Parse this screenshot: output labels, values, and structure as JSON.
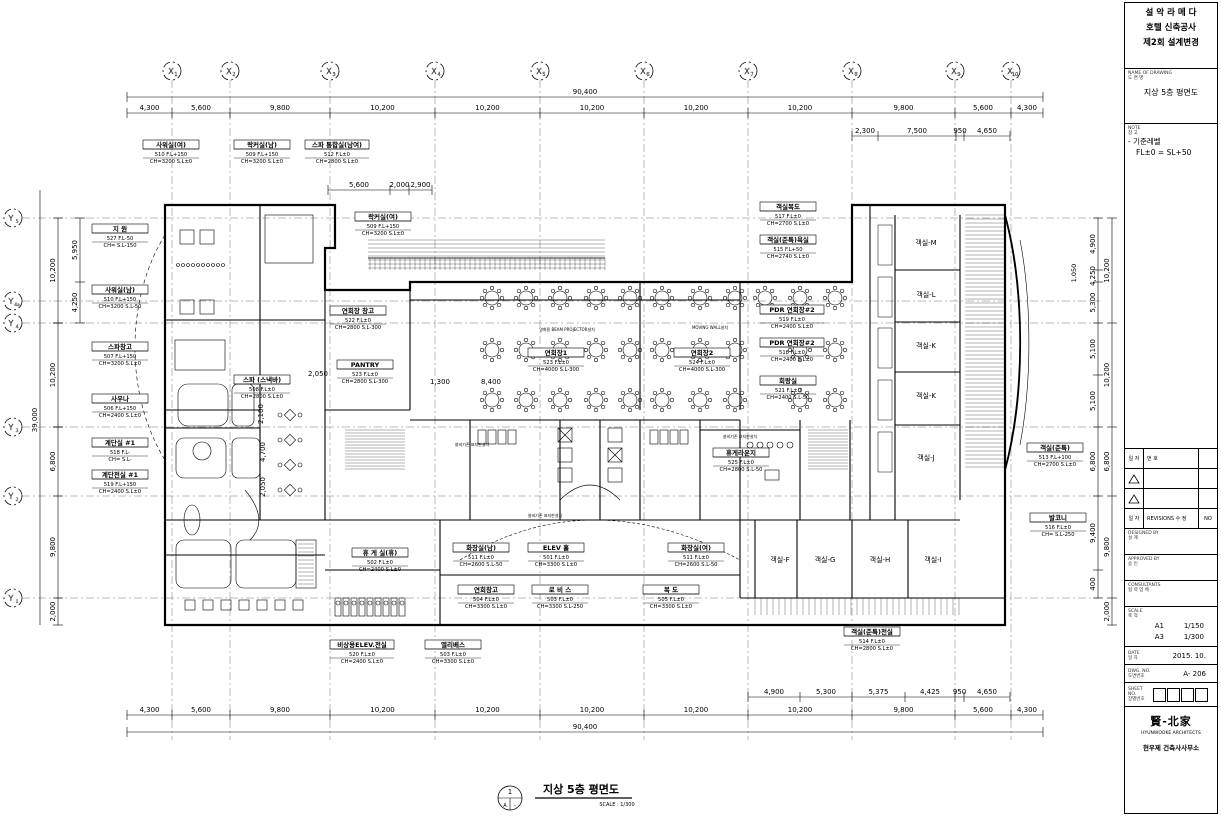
{
  "drawing": {
    "title": "지상 5층 평면도",
    "scale_text": "SCALE : 1/300",
    "marker_number": "1",
    "marker_sheet": "A",
    "marker_sheet2": "-",
    "overall_width": "90,400",
    "overall_height": "39,000"
  },
  "grid": {
    "x_labels": [
      "X1",
      "X2",
      "X3",
      "X4",
      "X5",
      "X6",
      "X7",
      "X8",
      "X9",
      "X10"
    ],
    "y_labels": [
      "Y5",
      "Y4a",
      "Y4",
      "Y3",
      "Y2",
      "Y1"
    ]
  },
  "dims": {
    "top": [
      "4,300",
      "5,600",
      "9,800",
      "10,200",
      "10,200",
      "10,200",
      "10,200",
      "10,200",
      "9,800",
      "5,600",
      "4,300"
    ],
    "bottom": [
      "4,300",
      "5,600",
      "9,800",
      "10,200",
      "10,200",
      "10,200",
      "10,200",
      "10,200",
      "9,800",
      "5,600",
      "4,300"
    ],
    "upper_right": [
      "2,300",
      "7,500",
      "950",
      "4,650"
    ],
    "upper_mid": [
      "5,600",
      "2,000",
      "2,900"
    ],
    "lower_right": [
      "4,900",
      "5,300",
      "5,375",
      "4,425",
      "950",
      "4,650"
    ],
    "left": [
      "10,200",
      "10,200",
      "6,800",
      "9,800",
      "2,000"
    ],
    "left_inner": [
      "5,950",
      "4,250"
    ],
    "right": [
      "4,900",
      "4,250",
      "5,300",
      "5,100",
      "5,100",
      "6,800",
      "9,400",
      "400"
    ],
    "right_outer": [
      "10,200",
      "10,200",
      "6,800",
      "9,800",
      "2,000"
    ],
    "misc": [
      "2,050",
      "1,300",
      "8,400",
      "2,100",
      "4,700",
      "2,050",
      "1,050"
    ]
  },
  "rooms": [
    {
      "name": "사워실(여)",
      "no": "510",
      "fl": "F.L+150",
      "ch": "CH=3200",
      "sl": "S.L±0"
    },
    {
      "name": "락커실(남)",
      "no": "509",
      "fl": "F.L+150",
      "ch": "CH=3200",
      "sl": "S.L±0"
    },
    {
      "name": "스파 통합실(남여)",
      "no": "512",
      "fl": "F.L±0",
      "ch": "CH=2800",
      "sl": "S.L±0"
    },
    {
      "name": "락커실(여)",
      "no": "509",
      "fl": "F.L+150",
      "ch": "CH=3200",
      "sl": "S.L±0"
    },
    {
      "name": "지 원",
      "no": "527",
      "fl": "F.L-50",
      "ch": "CH=",
      "sl": "S.L-150"
    },
    {
      "name": "사워실(남)",
      "no": "510",
      "fl": "F.L+150",
      "ch": "CH=3200",
      "sl": "S.L-50"
    },
    {
      "name": "스파창고",
      "no": "507",
      "fl": "F.L+150",
      "ch": "CH=3200",
      "sl": "S.L±0"
    },
    {
      "name": "사우나",
      "no": "506",
      "fl": "F.L+150",
      "ch": "CH=2400",
      "sl": "S.L±0"
    },
    {
      "name": "계단실 #1",
      "no": "518",
      "fl": "F.L-",
      "ch": "CH=",
      "sl": "S.L-"
    },
    {
      "name": "계단전실 #1",
      "no": "519",
      "fl": "F.L+150",
      "ch": "CH=2400",
      "sl": "S.L±0"
    },
    {
      "name": "연회장 창고",
      "no": "522",
      "fl": "F.L±0",
      "ch": "CH=2800",
      "sl": "S.L-300"
    },
    {
      "name": "PANTRY",
      "no": "523",
      "fl": "F.L±0",
      "ch": "CH=2800",
      "sl": "S.L-300"
    },
    {
      "name": "스파 (스낵바)",
      "no": "508",
      "fl": "F.L±0",
      "ch": "CH=2800",
      "sl": "S.L±0"
    },
    {
      "name": "연회장1",
      "no": "523",
      "fl": "F.L±0",
      "ch": "CH=4000",
      "sl": "S.L-300"
    },
    {
      "name": "연회장2",
      "no": "524",
      "fl": "F.L±0",
      "ch": "CH=4000",
      "sl": "S.L-300"
    },
    {
      "name": "PDR 연회장#2",
      "no": "519",
      "fl": "F.L±0",
      "ch": "CH=2400",
      "sl": "S.L±0"
    },
    {
      "name": "객실복도",
      "no": "517",
      "fl": "F.L±0",
      "ch": "CH=2700",
      "sl": "S.L±0"
    },
    {
      "name": "객실(준특)욕실",
      "no": "515",
      "fl": "F.L+50",
      "ch": "CH=2740",
      "sl": "S.L±0"
    },
    {
      "name": "PDR 연회장#2",
      "no": "518",
      "fl": "F.L±0",
      "ch": "CH=2400",
      "sl": "S.L±0"
    },
    {
      "name": "회랑실",
      "no": "521",
      "fl": "F.L±0",
      "ch": "CH=2400",
      "sl": "S.L-50"
    },
    {
      "name": "휴게라운지",
      "no": "525",
      "fl": "F.L±0",
      "ch": "CH=2800",
      "sl": "S.L-50"
    },
    {
      "name": "객실(준특)",
      "no": "513",
      "fl": "F.L+100",
      "ch": "CH=2700",
      "sl": "S.L±0"
    },
    {
      "name": "발코니",
      "no": "516",
      "fl": "F.L±0",
      "ch": "CH=",
      "sl": "S.L-250"
    },
    {
      "name": "휴 게 실(휴)",
      "no": "502",
      "fl": "F.L±0",
      "ch": "CH=2400",
      "sl": "S.L±0"
    },
    {
      "name": "화장실(남)",
      "no": "511",
      "fl": "F.L±0",
      "ch": "CH=2600",
      "sl": "S.L-50"
    },
    {
      "name": "ELEV 홀",
      "no": "501",
      "fl": "F.L±0",
      "ch": "CH=3300",
      "sl": "S.L±0"
    },
    {
      "name": "화장실(여)",
      "no": "511",
      "fl": "F.L±0",
      "ch": "CH=2600",
      "sl": "S.L-50"
    },
    {
      "name": "연회창고",
      "no": "504",
      "fl": "F.L±0",
      "ch": "CH=3300",
      "sl": "S.L±0"
    },
    {
      "name": "로 비 스",
      "no": "503",
      "fl": "F.L±0",
      "ch": "CH=3300",
      "sl": "S.L-250"
    },
    {
      "name": "복 도",
      "no": "505",
      "fl": "F.L±0",
      "ch": "CH=3300",
      "sl": "S.L±0"
    },
    {
      "name": "객실(준특)전실",
      "no": "514",
      "fl": "F.L±0",
      "ch": "CH=2800",
      "sl": "S.L±0"
    },
    {
      "name": "비상용ELEV.전실",
      "no": "520",
      "fl": "F.L±0",
      "ch": "CH=2400",
      "sl": "S.L±0"
    },
    {
      "name": "엘리베스",
      "no": "503",
      "fl": "F.L±0",
      "ch": "CH=3300",
      "sl": "S.L±0"
    }
  ],
  "guestrooms": [
    "객실-M",
    "객실-L",
    "객실-K",
    "객실-K",
    "객실-J",
    "객실-F",
    "객실-G",
    "객실-H",
    "객실-I"
  ],
  "annotations": [
    "MOVING WALL설치",
    "영화용 BEAM PROJECTOR설치",
    "설비기존 표지판설치"
  ],
  "titleblock": {
    "project_l1": "설 악 라 메 다",
    "project_l2": "호텔 신축공사",
    "project_l3": "제2회 설계변경",
    "drawing_label": "NAME OF DRAWING",
    "drawing_label_kr": "도 면 명",
    "drawing_name": "지상 5층 평면도",
    "notes_label": "NOTE",
    "notes_label_kr": "참 고",
    "note1": "- 기준레벨",
    "note2": "FL±0 = SL+50",
    "rev_mark": "번 호",
    "rev_date": "일 자",
    "rev_desc_head": "REVISIONS",
    "rev_desc_kr": "수 정",
    "rev_no_head": "NO",
    "designed_label": "DESIGNED BY",
    "designed_kr": "설 계",
    "approved_label": "APPROVED BY",
    "approved_kr": "승 인",
    "consultants_label": "CONSULTANTS",
    "consultants_kr": "협 력 업 체",
    "scale_label": "SCALE",
    "scale_kr": "축 척",
    "scale_a1": "A1",
    "scale_a1_val": "1/150",
    "scale_a3": "A3",
    "scale_a3_val": "1/300",
    "date_label": "DATE",
    "date_kr": "일 자",
    "date_val": "2015. 10.",
    "dwgno_label": "DWG. NO.",
    "dwgno_kr": "도면번호",
    "dwgno_val": "A- 206",
    "sheet_label": "SHEET NO.",
    "sheet_kr": "장별번호",
    "logo_mark": "賢-北家",
    "logo_en": "HYUNWOOKE ARCHITECTS",
    "logo_kr": "현우제 건축사사무소"
  }
}
